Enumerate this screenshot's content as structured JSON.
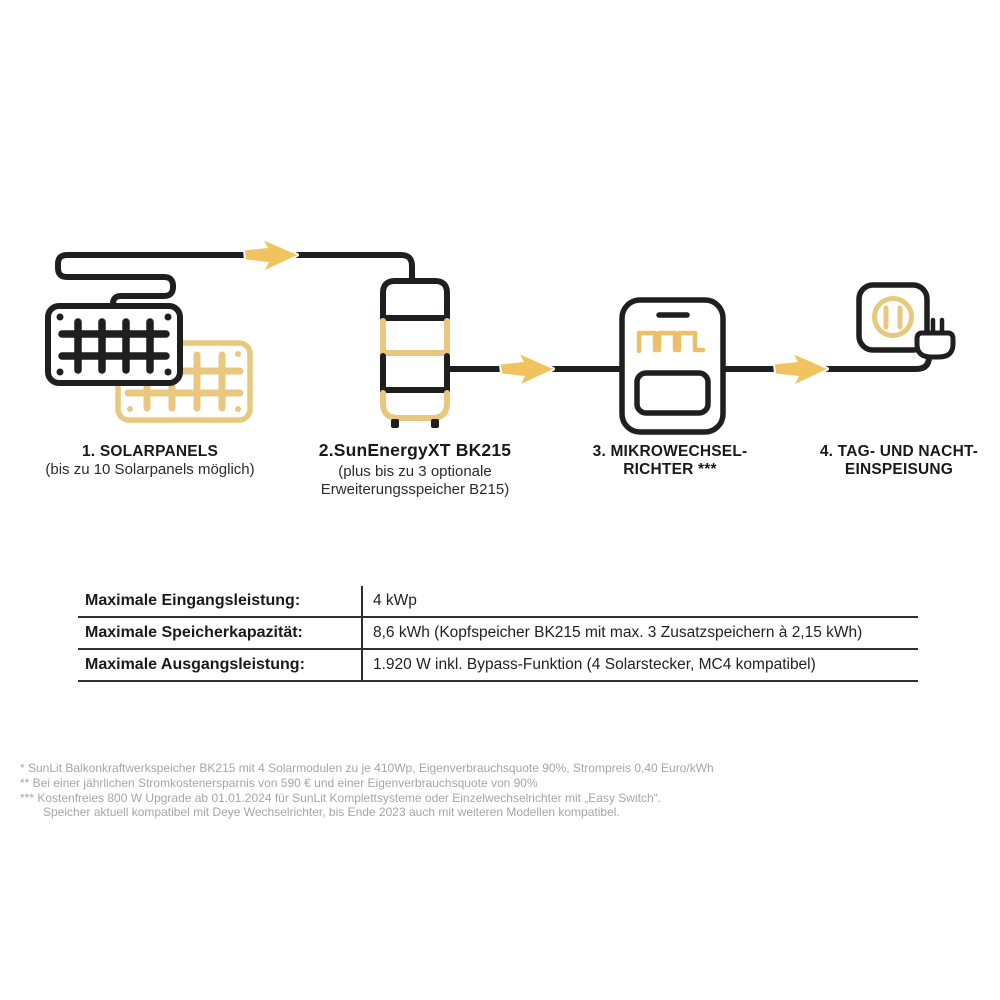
{
  "colors": {
    "background": "#ffffff",
    "line_black": "#1f1f1f",
    "accent_gold": "#EAC77E",
    "arrow_gold": "#F0C35E",
    "wave_gold": "#EDBF6A",
    "table_line": "#2f2f2f",
    "footnote_gray": "#a5a5a5"
  },
  "diagram": {
    "steps": [
      {
        "icon": "solar-panels-icon",
        "title": "1. SOLARPANELS",
        "subtitle": "(bis zu 10 Solarpanels möglich)"
      },
      {
        "icon": "battery-storage-icon",
        "title": "2.SunEnergyXT BK215",
        "subtitle": "(plus bis zu 3 optionale",
        "subtitle2": "Erweiterungsspeicher B215)"
      },
      {
        "icon": "micro-inverter-icon",
        "title": "3. MIKROWECHSEL-",
        "title2": "RICHTER ***"
      },
      {
        "icon": "outlet-plug-icon",
        "title": "4. TAG- UND NACHT-",
        "title2": "EINSPEISUNG"
      }
    ]
  },
  "table": {
    "rows": [
      {
        "label": "Maximale Eingangsleistung:",
        "value": "4 kWp"
      },
      {
        "label": "Maximale Speicherkapazität:",
        "value": "8,6 kWh (Kopfspeicher BK215 mit max. 3 Zusatzspeichern à 2,15 kWh)"
      },
      {
        "label": "Maximale Ausgangsleistung:",
        "value": "1.920 W inkl. Bypass-Funktion (4 Solarstecker, MC4 kompatibel)"
      }
    ]
  },
  "footnotes": [
    "* SunLit Balkonkraftwerkspeicher BK215 mit 4 Solarmodulen zu je 410Wp, Eigenverbrauchsquote 90%, Strompreis 0,40 Euro/kWh",
    "** Bei einer jährlichen Stromkostenersparnis von 590 € und einer Eigenverbrauchsquote von 90%",
    "*** Kostenfreies 800 W Upgrade ab 01.01.2024 für SunLit Komplettsysteme oder Einzelwechselrichter mit „Easy Switch“.",
    "Speicher aktuell kompatibel mit Deye Wechselrichter, bis Ende 2023 auch mit weiteren Modellen kompatibel."
  ]
}
